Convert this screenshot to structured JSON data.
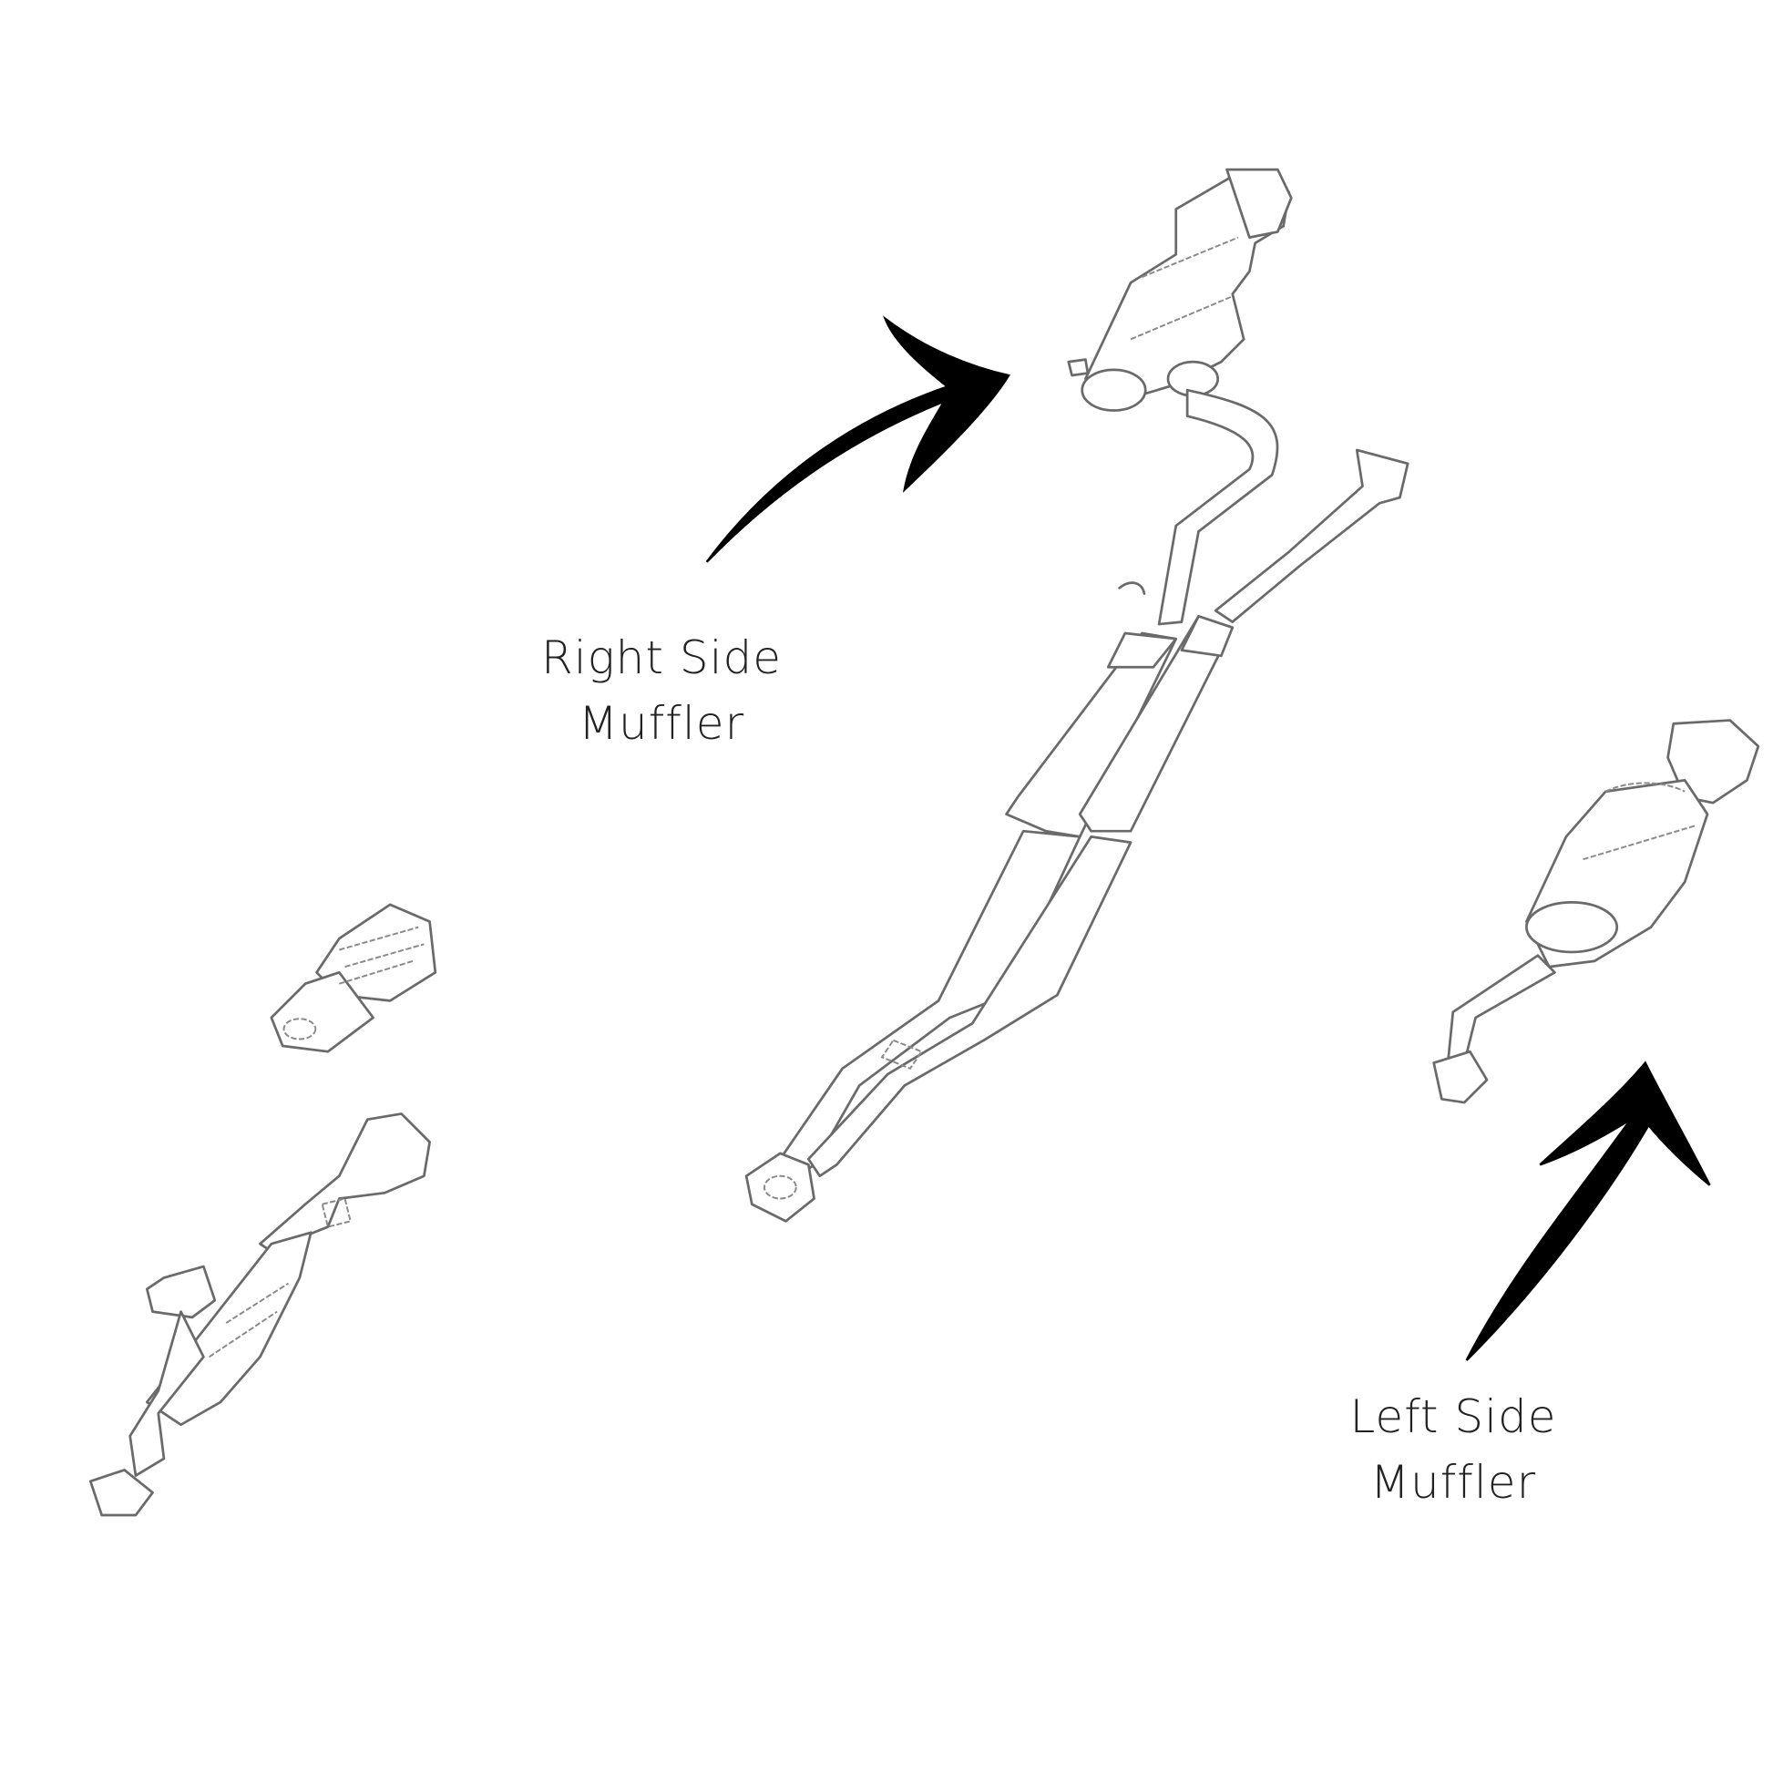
{
  "labels": {
    "right_muffler": {
      "line1": "Right Side",
      "line2": "Muffler"
    },
    "left_muffler": {
      "line1": "Left Side",
      "line2": "Muffler"
    }
  }
}
